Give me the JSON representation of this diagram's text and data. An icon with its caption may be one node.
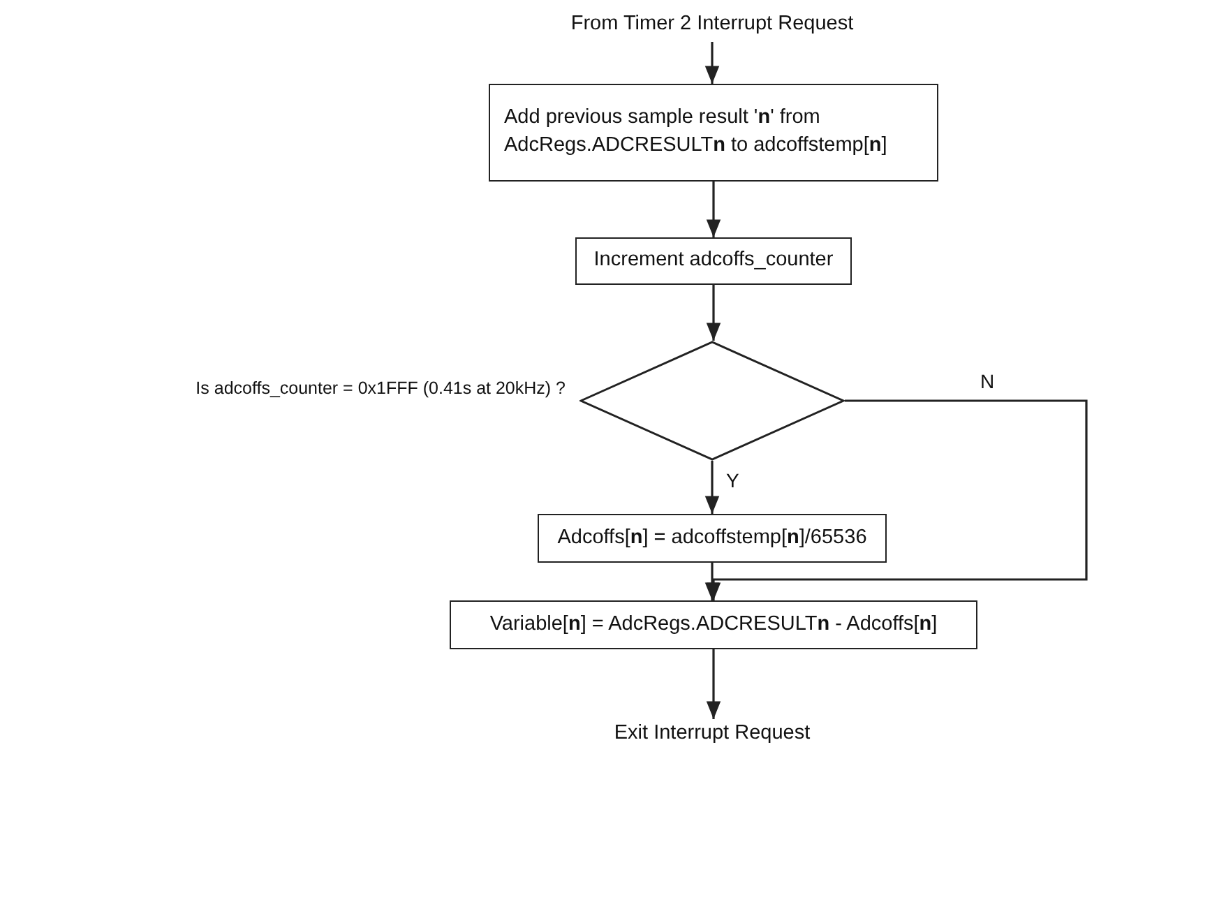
{
  "diagram": {
    "nodes": [
      {
        "text": [
          "From Timer 2 Interrupt Request"
        ]
      },
      {
        "text": [
          "Add previous sample result '**n**' from AdcRegs.ADCRESULT**n** to adcoffstemp[**n**]"
        ]
      },
      {
        "text": [
          "Increment adcoffs_counter"
        ]
      },
      {
        "text": [],
        "shape": "diamond",
        "beside": [
          "Is adcoffs_counter = 0x1FFF (0.41s at 20kHz) ?"
        ]
      },
      {
        "text": [
          "Adcoffs[**n**] = adcoffstemp[**n**]/65536"
        ]
      },
      {
        "text": [
          "Variable[**n**] = AdcRegs.ADCRESULT**n** - Adcoffs[**n**]"
        ]
      },
      {
        "text": [
          "Exit Interrupt Request"
        ]
      }
    ],
    "edges": [
      {
        "from": 0,
        "to": 1,
        "arrow": "to"
      },
      {
        "from": 1,
        "to": 2,
        "arrow": "to"
      },
      {
        "from": 2,
        "to": 3,
        "arrow": "to"
      },
      {
        "from": 3,
        "to": 4,
        "arrow": "to",
        "label": "Y"
      },
      {
        "from": 3,
        "to": 5,
        "arrow": "to",
        "label": "N"
      },
      {
        "from": 4,
        "to": 5,
        "arrow": "to"
      },
      {
        "from": 5,
        "to": 6,
        "arrow": "to"
      }
    ]
  }
}
